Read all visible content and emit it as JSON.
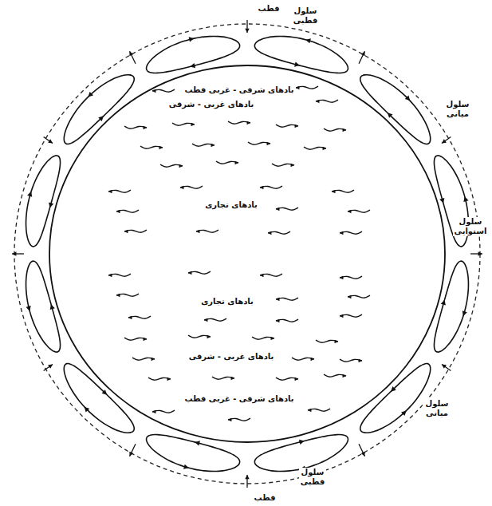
{
  "diagram": {
    "labels": [
      "قطب",
      "سلول قطبی",
      "سلول میانی",
      "بادهای شرقی - غربی قطب",
      "بادهای غربی - شرقی",
      "بادهای تجاری",
      "سلول استوایی",
      "بادهای تجاری",
      "بادهای غربی - شرقی",
      "بادهای شرقی - غربی قطب",
      "سلول میانی",
      "سلول قطبی",
      "قطب"
    ]
  }
}
